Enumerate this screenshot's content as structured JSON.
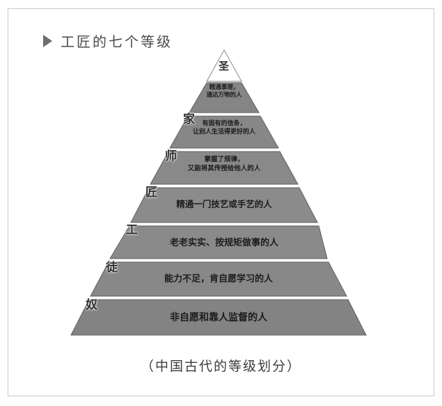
{
  "frame": {
    "border_color": "#c9c9c9"
  },
  "header": {
    "bullet_icon": "triangle-right-icon",
    "title": "工匠的七个等级"
  },
  "caption": "（中国古代的等级划分）",
  "colors": {
    "band_fill": "#8a8a8a",
    "band_fill_dark": "#7e7e7e",
    "band_stroke": "#5d5d5d",
    "apex_fill": "#ffffff",
    "apex_stroke": "#8a8a8a",
    "text_dark": "#1c1c1c",
    "title_gray": "#4a4a4a"
  },
  "chart_data": {
    "type": "pyramid",
    "title": "工匠的七个等级",
    "caption": "（中国古代的等级划分）",
    "levels_count": 7,
    "order": "top-to-bottom",
    "levels": [
      {
        "rank": 1,
        "label": "圣",
        "description": "精通事理，通达万物的人"
      },
      {
        "rank": 2,
        "label": "家",
        "description": "有固有的信条，让别人生活得更好的人"
      },
      {
        "rank": 3,
        "label": "师",
        "description": "掌握了规律，又能将其传授给他人的人"
      },
      {
        "rank": 4,
        "label": "匠",
        "description": "精通一门技艺或手艺的人"
      },
      {
        "rank": 5,
        "label": "工",
        "description": "老老实实、按规矩做事的人"
      },
      {
        "rank": 6,
        "label": "徒",
        "description": "能力不足，肯自愿学习的人"
      },
      {
        "rank": 7,
        "label": "奴",
        "description": "非自愿和靠人监督的人"
      }
    ]
  },
  "pyramid": {
    "apex_label": "圣",
    "levels": [
      {
        "label": "圣",
        "line1": "精通事理，",
        "line2": "通达万物的人",
        "single": ""
      },
      {
        "label": "家",
        "line1": "有固有的信条，",
        "line2": "让别人生活得更好的人",
        "single": ""
      },
      {
        "label": "师",
        "line1": "掌握了规律，",
        "line2": "又能将其传授给他人的人",
        "single": ""
      },
      {
        "label": "匠",
        "line1": "",
        "line2": "",
        "single": "精通一门技艺或手艺的人"
      },
      {
        "label": "工",
        "line1": "",
        "line2": "",
        "single": "老老实实、按规矩做事的人"
      },
      {
        "label": "徒",
        "line1": "",
        "line2": "",
        "single": "能力不足，肯自愿学习的人"
      },
      {
        "label": "奴",
        "line1": "",
        "line2": "",
        "single": "非自愿和靠人监督的人"
      }
    ]
  }
}
